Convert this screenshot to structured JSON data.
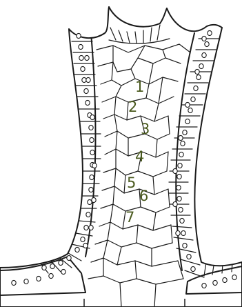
{
  "colors": {
    "cell_fill": "#fbd679",
    "basal_fill": "#bfd3df",
    "outline": "#1a1a1a",
    "label": "#4a5a1e"
  },
  "labels": [
    "1",
    "2",
    "3",
    "4",
    "5",
    "6",
    "7"
  ]
}
